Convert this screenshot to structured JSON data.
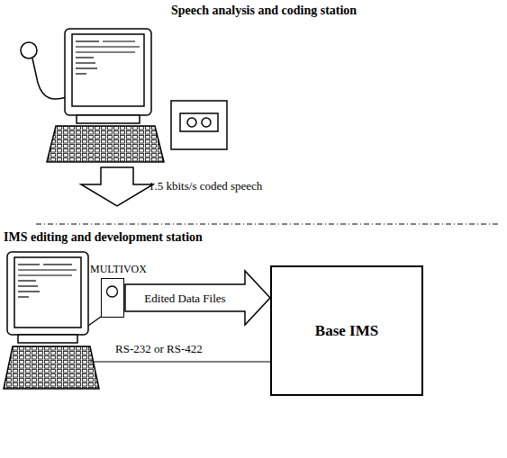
{
  "diagram": {
    "nodes": [
      {
        "text": [
          "MULTIVOX"
        ]
      },
      {
        "text": [
          "Base IMS"
        ]
      }
    ],
    "edges": [
      {
        "from": 0,
        "to": 1,
        "arrow": "to",
        "label": "Edited Data Files"
      }
    ],
    "labels": [
      "Speech analysis and coding station",
      "1.5 kbits/s coded speech",
      "IMS editing and development station",
      "RS-232 or RS-422"
    ]
  }
}
